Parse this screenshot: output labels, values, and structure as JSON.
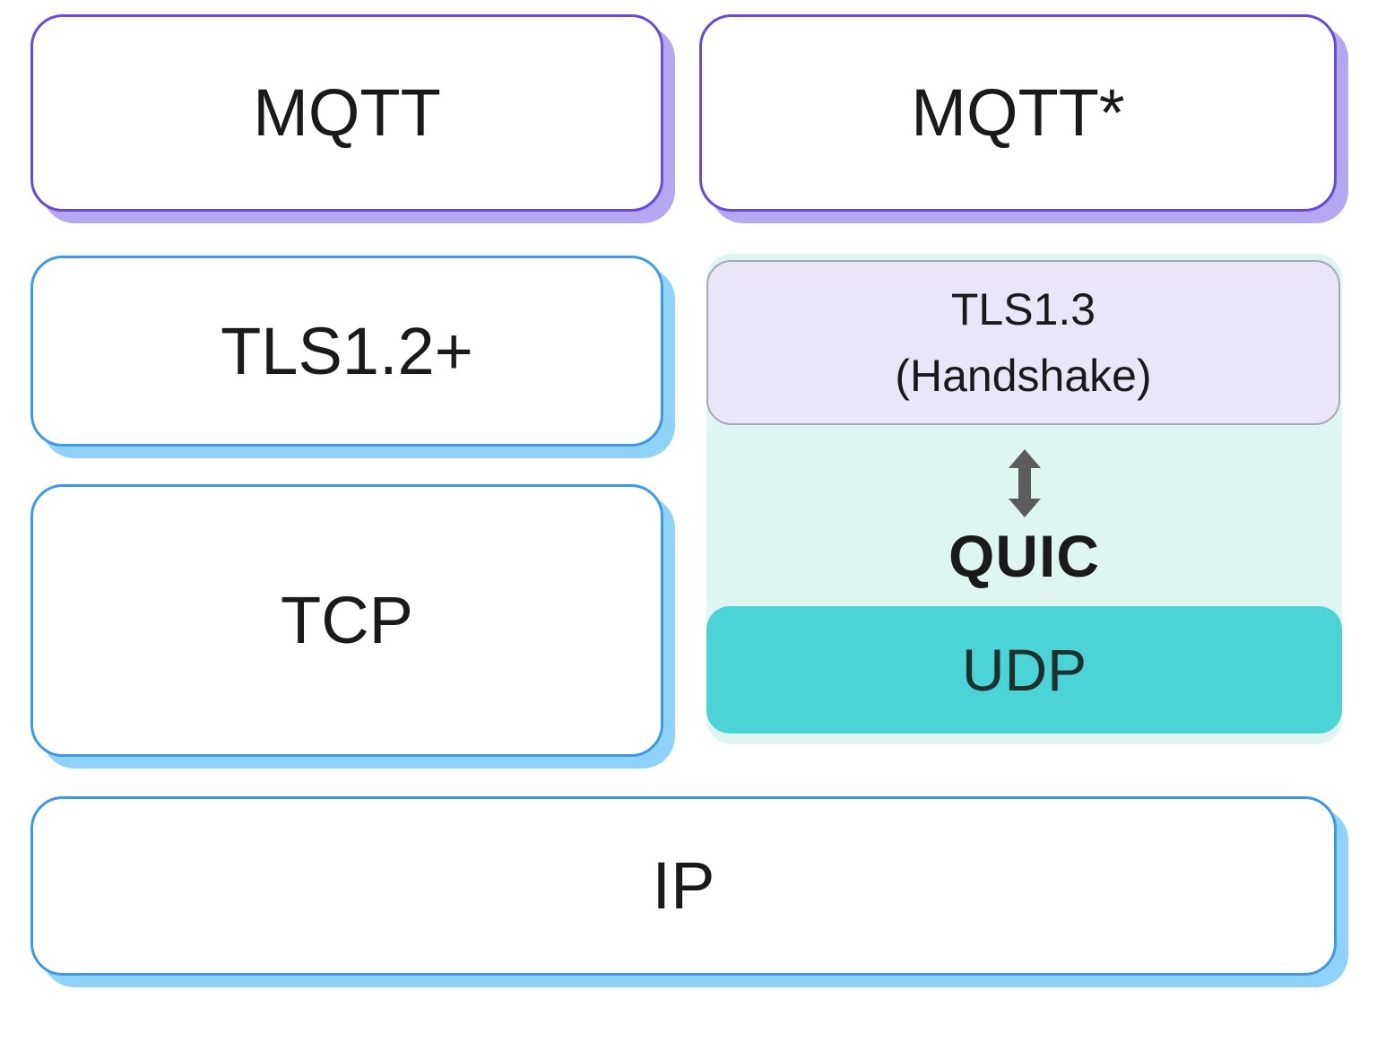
{
  "left_stack": {
    "mqtt": "MQTT",
    "tls": "TLS1.2+",
    "tcp": "TCP"
  },
  "right_stack": {
    "mqtt": "MQTT*",
    "tls13_line1": "TLS1.3",
    "tls13_line2": "(Handshake)",
    "quic": "QUIC",
    "udp": "UDP"
  },
  "network_layer": {
    "ip": "IP"
  },
  "icons": {
    "arrow": "bidirectional-arrow"
  },
  "colors": {
    "purple_border": "#6849DC",
    "purple_shadow": "#B5A7F2",
    "blue_border": "#3A9AE8",
    "blue_shadow": "#8FD3FA",
    "lavender_fill": "#EAE5F7",
    "lavender_border": "#A8A7B2",
    "mint_fill": "#DFF5F1",
    "teal_fill": "#4BD3D6",
    "arrow_gray": "#5C5C5C",
    "text_dark": "#1A1A1A"
  }
}
